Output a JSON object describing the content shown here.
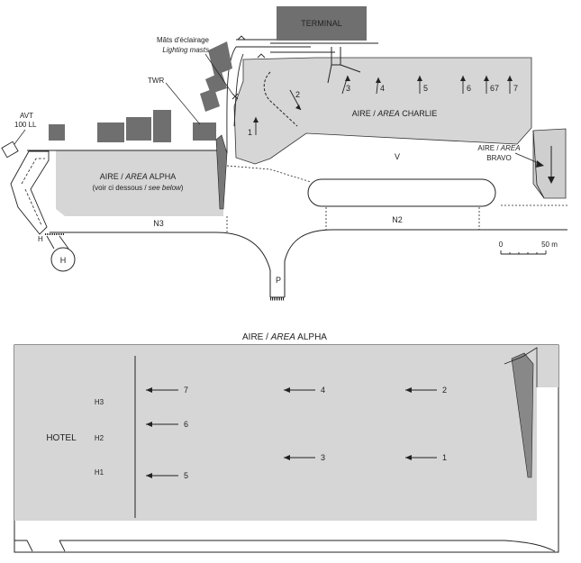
{
  "map": {
    "terminal": "TERMINAL",
    "masts_fr": "Mâts d'éclairage",
    "masts_en": "Lighting masts",
    "twr": "TWR",
    "avt_line1": "AVT",
    "avt_line2": "100 LL",
    "charlie_prefix": "AIRE / ",
    "charlie_area": "AREA",
    "charlie_name": " CHARLIE",
    "alpha_prefix": "AIRE / ",
    "alpha_area": "AREA",
    "alpha_name": " ALPHA",
    "alpha_sub_pre": "(voir ci dessous / ",
    "alpha_sub_it": "see below",
    "alpha_sub_post": ")",
    "bravo_prefix": "AIRE / ",
    "bravo_area": "AREA",
    "bravo_name": "BRAVO",
    "taxiway_v": "V",
    "taxiway_n3": "N3",
    "taxiway_n2": "N2",
    "parking_p": "P",
    "helipad_h": "H",
    "helipad_h_small": "H",
    "scale_zero": "0",
    "scale_end": "50 m",
    "stands": [
      "1",
      "2",
      "3",
      "4",
      "5",
      "6",
      "67",
      "7"
    ]
  },
  "detail": {
    "title_prefix": "AIRE / ",
    "title_area": "AREA",
    "title_name": " ALPHA",
    "hotel": "HOTEL",
    "helipads": [
      "H3",
      "H2",
      "H1"
    ],
    "stands": [
      "7",
      "4",
      "2",
      "6",
      "3",
      "1",
      "5"
    ]
  }
}
